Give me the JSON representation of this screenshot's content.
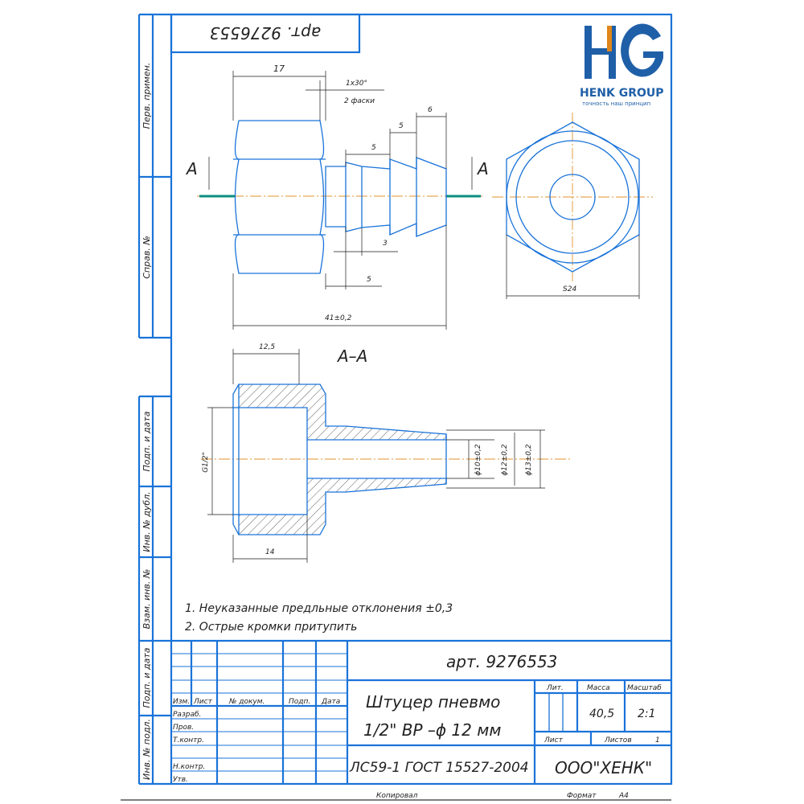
{
  "header": {
    "article_rotated": "арт. 9276553"
  },
  "logo": {
    "mark": "HG",
    "name": "HENK GROUP",
    "slogan": "точность наш принцип"
  },
  "side_strip": [
    "Перв. примен.",
    "Справ. №",
    "Подп. и дата",
    "Инв. № дубл.",
    "Взам. инв. №",
    "Подп. и дата",
    "Инв. № подл."
  ],
  "top_view": {
    "dims": {
      "d17": "17",
      "chamfer": "1x30°",
      "chamfer_note": "2 фаски",
      "d6": "6",
      "d5a": "5",
      "d5b": "5",
      "d3": "3",
      "d5c": "5",
      "total": "41±0,2",
      "section_mark": "A"
    }
  },
  "end_view": {
    "dim": "S24"
  },
  "section": {
    "title": "A–A",
    "dims": {
      "d12_5": "12,5",
      "g": "G1/2\"",
      "d14": "14",
      "phi10": "ϕ10±0,2",
      "phi12": "ϕ12±0,2",
      "phi13": "ϕ13±0,2"
    }
  },
  "notes": [
    "1. Неуказанные предльные отклонения ±0,3",
    "2. Острые кромки притупить"
  ],
  "title_block": {
    "article": "арт. 9276553",
    "name_line1": "Штуцер пневмо",
    "name_line2": "1/2\" ВР –ϕ 12 мм",
    "columns": {
      "izm": "Изм.",
      "list": "Лист",
      "doc": "№ докум.",
      "sign": "Подп.",
      "date": "Дата"
    },
    "roles": [
      "Разраб.",
      "Пров.",
      "Т.контр.",
      "",
      "Н.контр.",
      "Утв."
    ],
    "lit_label": "Лит.",
    "mass_label": "Масса",
    "scale_label": "Масштаб",
    "mass": "40,5",
    "scale": "2:1",
    "sheet_label": "Лист",
    "sheets_label": "Листов",
    "sheets": "1",
    "material": "ЛС59-1 ГОСТ 15527-2004",
    "company": "ООО\"ХЕНК\"",
    "copied": "Копировал",
    "format_label": "Формат",
    "format": "A4"
  },
  "colors": {
    "line": "#1a73d9",
    "center": "#e0932e",
    "section_marker": "#0a8f80",
    "logo_blue": "#1f5fa8",
    "logo_orange": "#e0861a"
  }
}
